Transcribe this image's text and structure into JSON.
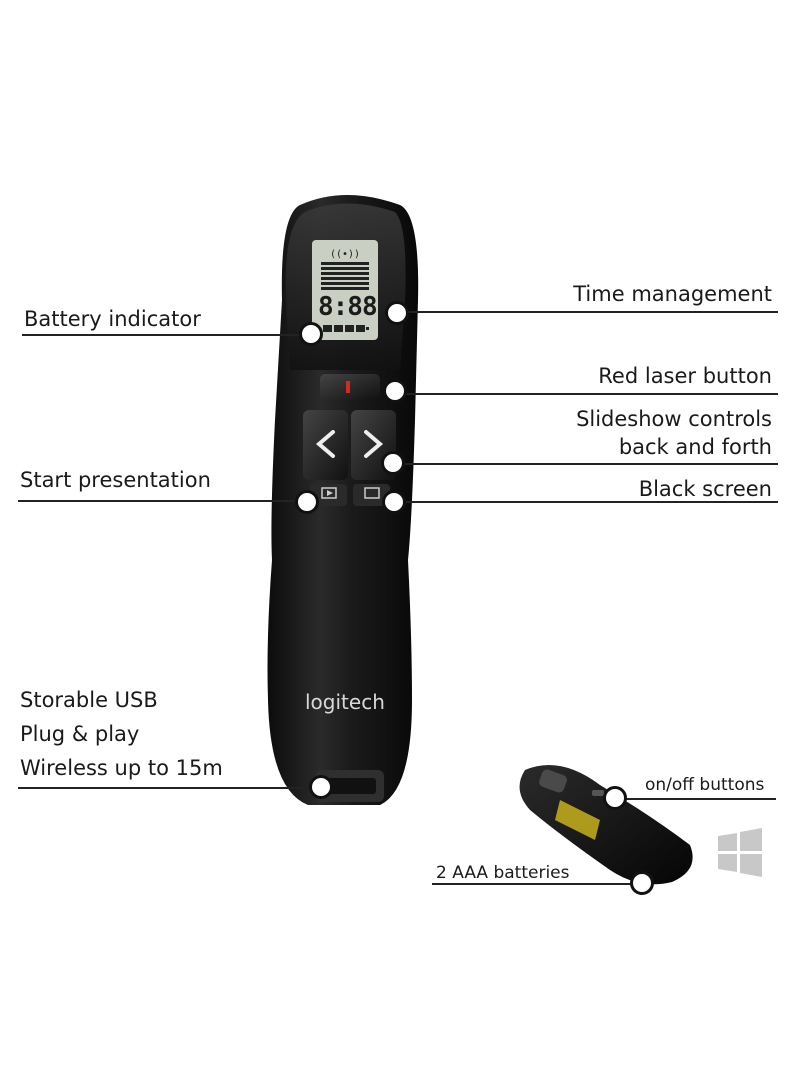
{
  "labels": {
    "battery_indicator": "Battery indicator",
    "time_management": "Time management",
    "red_laser_button": "Red laser button",
    "slideshow_controls_1": "Slideshow controls",
    "slideshow_controls_2": "back and forth",
    "start_presentation": "Start presentation",
    "black_screen": "Black screen",
    "storable_usb": "Storable USB",
    "plug_and_play": "Plug & play",
    "wireless": "Wireless up to 15m",
    "on_off_buttons": "on/off buttons",
    "batteries": "2 AAA batteries"
  },
  "device": {
    "brand": "logitech",
    "lcd_time": "8:88",
    "icons": [
      "signal-icon",
      "timer-bars-icon",
      "battery-icon",
      "laser-icon",
      "back-arrow-icon",
      "forward-arrow-icon",
      "play-icon",
      "blank-screen-icon",
      "windows-logo-icon"
    ]
  },
  "colors": {
    "device_body": "#161616",
    "lcd": "#c9cfc2",
    "laser_red": "#d42b1e",
    "battery_door": "#c8b21c",
    "windows_logo": "#c8c8c8"
  }
}
